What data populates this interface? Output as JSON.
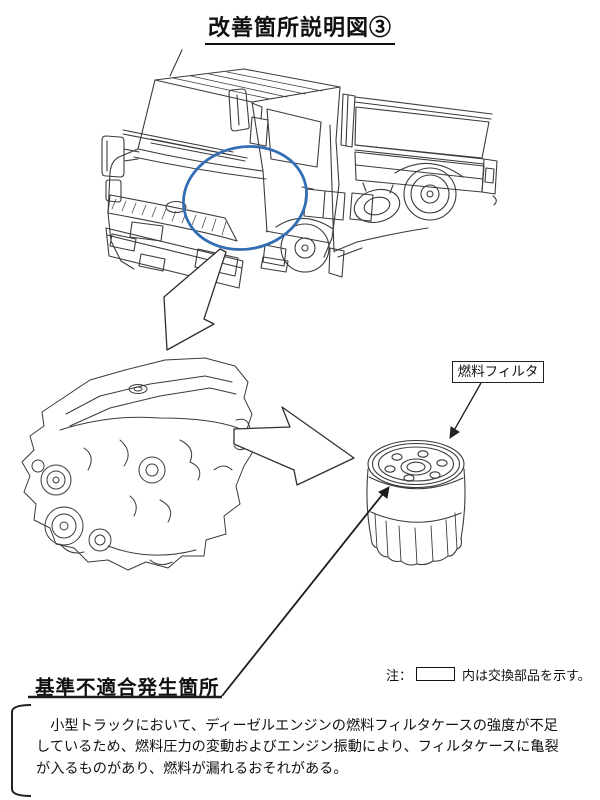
{
  "page": {
    "title": "改善箇所説明図③"
  },
  "callouts": {
    "fuel_filter": "燃料フィルタ",
    "defect_location": "基準不適合発生箇所"
  },
  "note": {
    "prefix": "注：",
    "text": "内は交換部品を示す。"
  },
  "description": {
    "line1": "　小型トラックにおいて、ディーゼルエンジンの燃料フィルタケースの強度が不足",
    "line2": "しているため、燃料圧力の変動およびエンジン振動により、フィルタケースに亀裂",
    "line3": "が入るものがあり、燃料が漏れるおそれがある。"
  },
  "colors": {
    "highlight_circle": "#336eb4",
    "line_art": "#3b3b3b"
  }
}
